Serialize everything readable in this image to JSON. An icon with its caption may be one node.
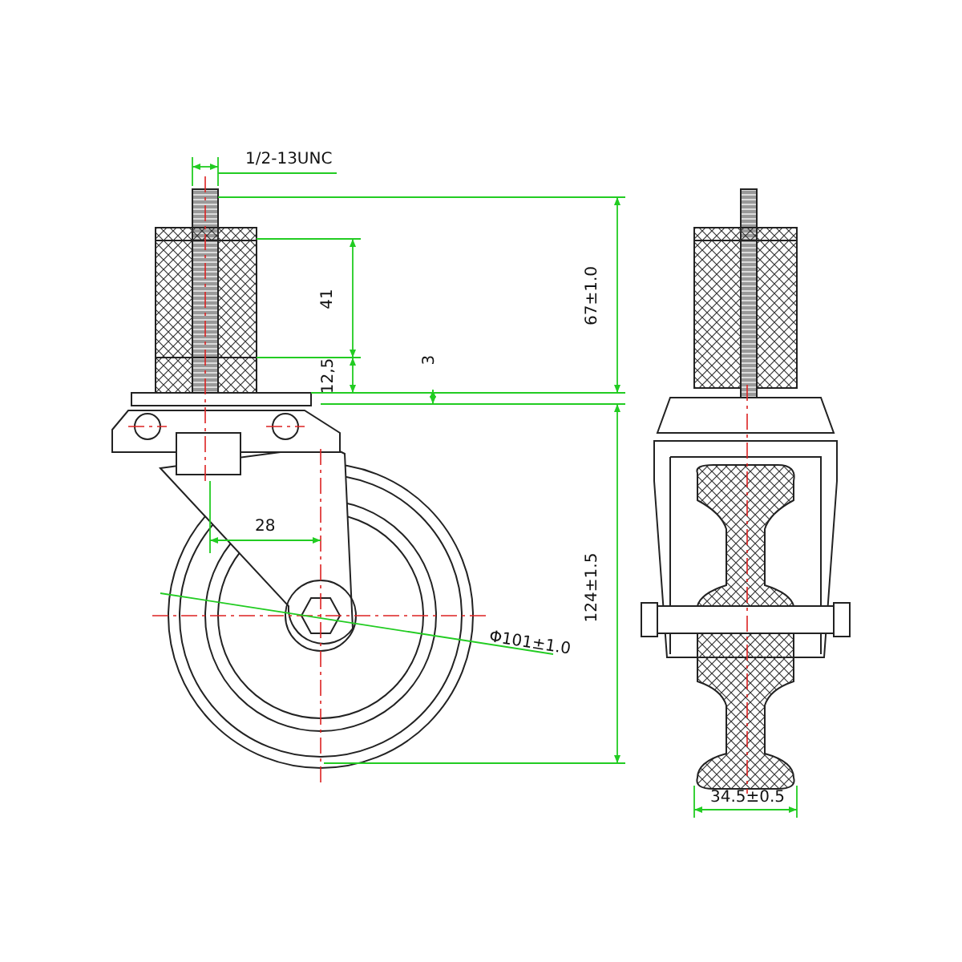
{
  "diagram": {
    "labels": [
      "1/2-13UNC",
      "41",
      "12,5",
      "3",
      "67±1.0",
      "28",
      "Φ101±1.0",
      "124±1.5",
      "34.5±0.5"
    ]
  }
}
